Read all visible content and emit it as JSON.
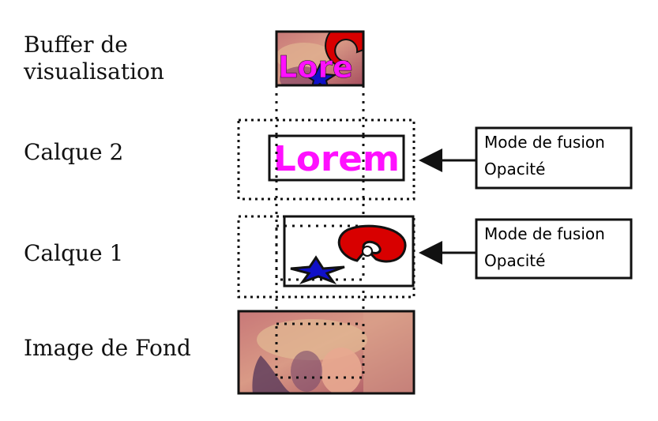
{
  "labels": {
    "buffer_line1": "Buffer de",
    "buffer_line2": "visualisation",
    "calque2": "Calque 2",
    "calque1": "Calque 1",
    "image_fond": "Image de Fond"
  },
  "property_boxes": [
    {
      "line1": "Mode de fusion",
      "line2": "Opacité"
    },
    {
      "line1": "Mode de fusion",
      "line2": "Opacité"
    }
  ],
  "layer_text": {
    "full": "Lorem",
    "cropped": "Lore"
  },
  "colors": {
    "text_magenta": "#ff10ff",
    "shape_red": "#d80000",
    "star_blue": "#1010c8",
    "photo_tone": "#c86a6a"
  },
  "icons": {
    "photo": "portrait-photo-thumbnail",
    "shape_red": "spiral-shape",
    "shape_blue": "star-shape"
  }
}
